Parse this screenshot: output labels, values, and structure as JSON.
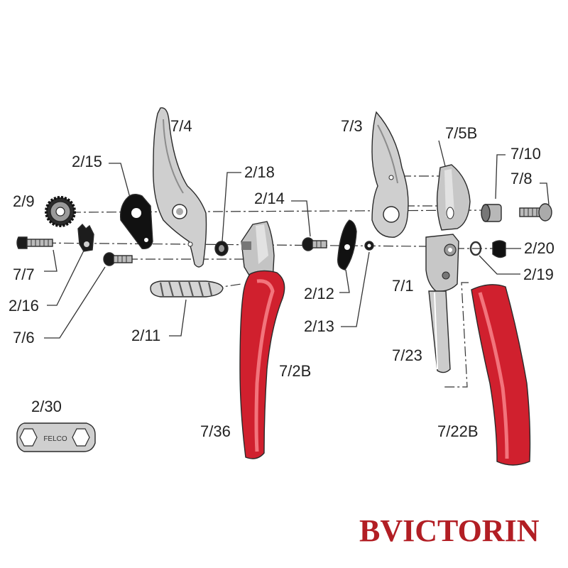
{
  "diagram": {
    "part_labels": {
      "p7_4": "7/4",
      "p7_3": "7/3",
      "p7_5b": "7/5B",
      "p2_15": "2/15",
      "p2_18": "2/18",
      "p7_10": "7/10",
      "p7_8": "7/8",
      "p2_9": "2/9",
      "p2_14": "2/14",
      "p2_20": "2/20",
      "p7_7": "7/7",
      "p2_19": "2/19",
      "p7_1": "7/1",
      "p2_16": "2/16",
      "p2_12": "2/12",
      "p2_13": "2/13",
      "p7_6": "7/6",
      "p2_11": "2/11",
      "p7_23": "7/23",
      "p7_2b": "7/2B",
      "p2_30": "2/30",
      "p7_36": "7/36",
      "p7_22b": "7/22B"
    },
    "wrench_stamp": "FELCO",
    "brand": "BVICTORIN",
    "colors": {
      "handle_red": "#d0202e",
      "handle_highlight": "#f2747c",
      "metal_grey": "#c9c9c9",
      "metal_dark": "#8c8c8c",
      "black_part": "#141414",
      "line": "#333333",
      "brand_red": "#b21e24"
    }
  }
}
